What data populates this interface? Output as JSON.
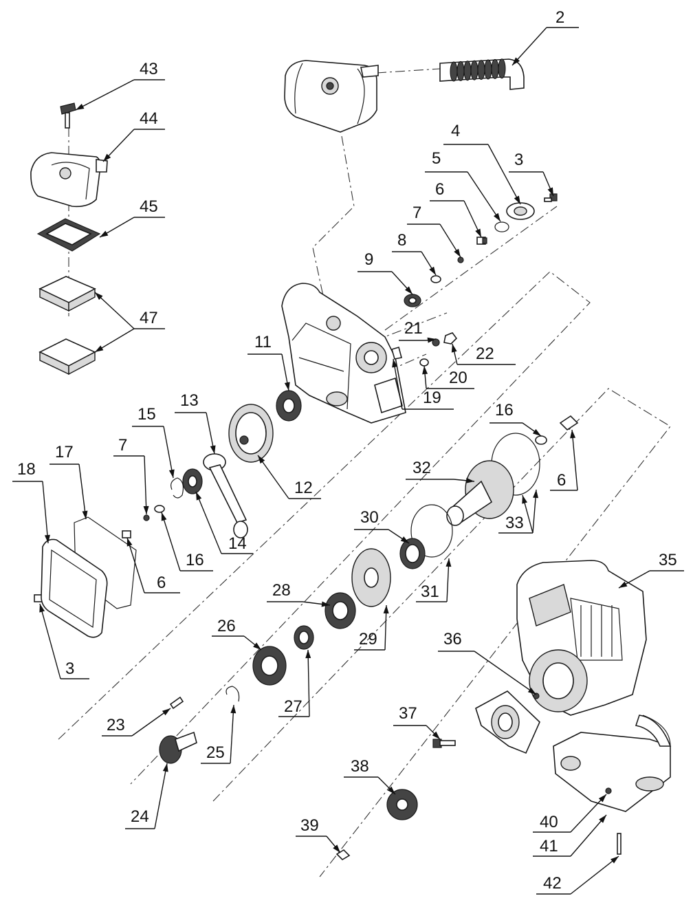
{
  "callouts": [
    {
      "id": "2",
      "text": "2"
    },
    {
      "id": "3a",
      "text": "3"
    },
    {
      "id": "4",
      "text": "4"
    },
    {
      "id": "5",
      "text": "5"
    },
    {
      "id": "6a",
      "text": "6"
    },
    {
      "id": "7a",
      "text": "7"
    },
    {
      "id": "8",
      "text": "8"
    },
    {
      "id": "9",
      "text": "9"
    },
    {
      "id": "11",
      "text": "11"
    },
    {
      "id": "12",
      "text": "12"
    },
    {
      "id": "13",
      "text": "13"
    },
    {
      "id": "14",
      "text": "14"
    },
    {
      "id": "15",
      "text": "15"
    },
    {
      "id": "16a",
      "text": "16"
    },
    {
      "id": "16b",
      "text": "16"
    },
    {
      "id": "17",
      "text": "17"
    },
    {
      "id": "18",
      "text": "18"
    },
    {
      "id": "19",
      "text": "19"
    },
    {
      "id": "20",
      "text": "20"
    },
    {
      "id": "21",
      "text": "21"
    },
    {
      "id": "22",
      "text": "22"
    },
    {
      "id": "23",
      "text": "23"
    },
    {
      "id": "24",
      "text": "24"
    },
    {
      "id": "25",
      "text": "25"
    },
    {
      "id": "26",
      "text": "26"
    },
    {
      "id": "27",
      "text": "27"
    },
    {
      "id": "28",
      "text": "28"
    },
    {
      "id": "29",
      "text": "29"
    },
    {
      "id": "30",
      "text": "30"
    },
    {
      "id": "31",
      "text": "31"
    },
    {
      "id": "32",
      "text": "32"
    },
    {
      "id": "33",
      "text": "33"
    },
    {
      "id": "35",
      "text": "35"
    },
    {
      "id": "36",
      "text": "36"
    },
    {
      "id": "37",
      "text": "37"
    },
    {
      "id": "38",
      "text": "38"
    },
    {
      "id": "39",
      "text": "39"
    },
    {
      "id": "40",
      "text": "40"
    },
    {
      "id": "41",
      "text": "41"
    },
    {
      "id": "42",
      "text": "42"
    },
    {
      "id": "43",
      "text": "43"
    },
    {
      "id": "44",
      "text": "44"
    },
    {
      "id": "45",
      "text": "45"
    },
    {
      "id": "47",
      "text": "47"
    },
    {
      "id": "6b",
      "text": "6"
    },
    {
      "id": "6c",
      "text": "6"
    },
    {
      "id": "7b",
      "text": "7"
    },
    {
      "id": "3b",
      "text": "3"
    }
  ]
}
